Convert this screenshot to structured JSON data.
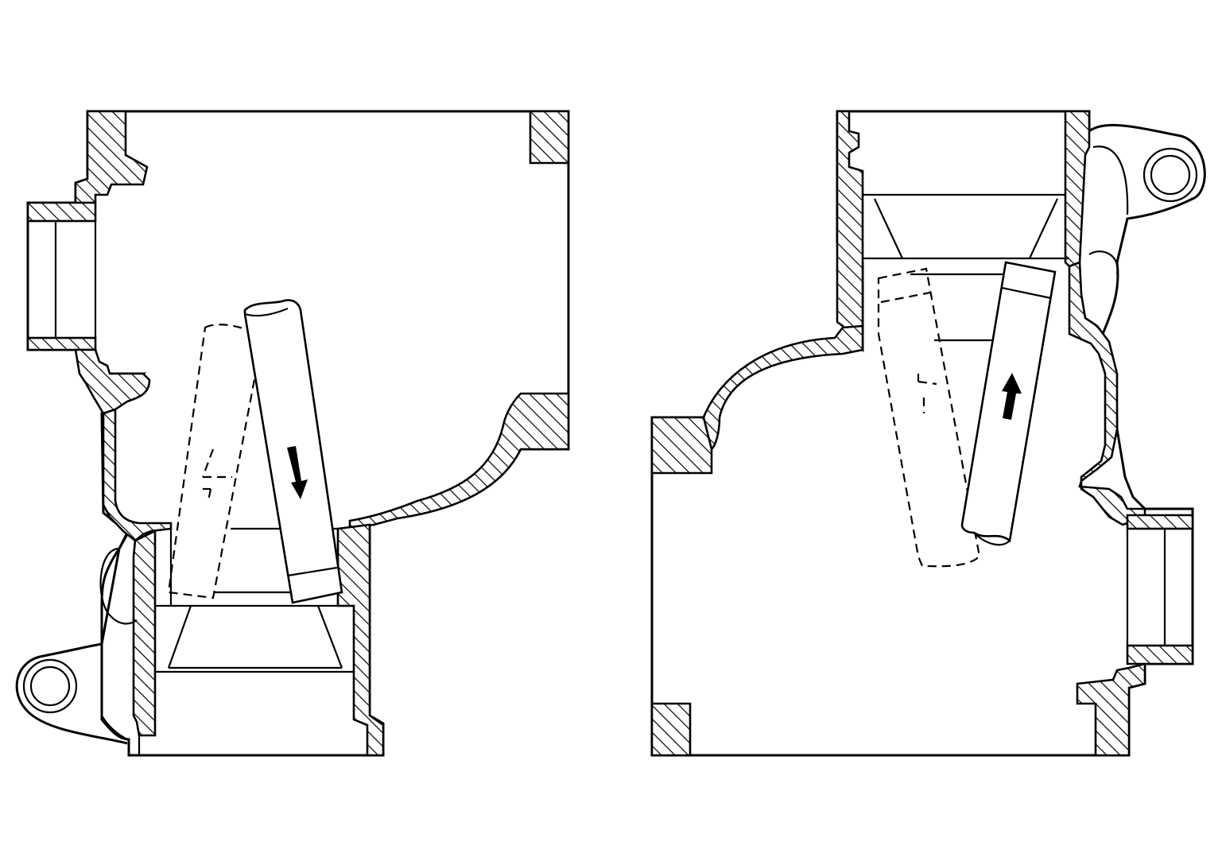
{
  "figure": {
    "views": [
      {
        "id": "left-view",
        "motion": "down"
      },
      {
        "id": "right-view",
        "motion": "up"
      }
    ],
    "colors": {
      "line": "#000000",
      "background": "#ffffff"
    }
  }
}
